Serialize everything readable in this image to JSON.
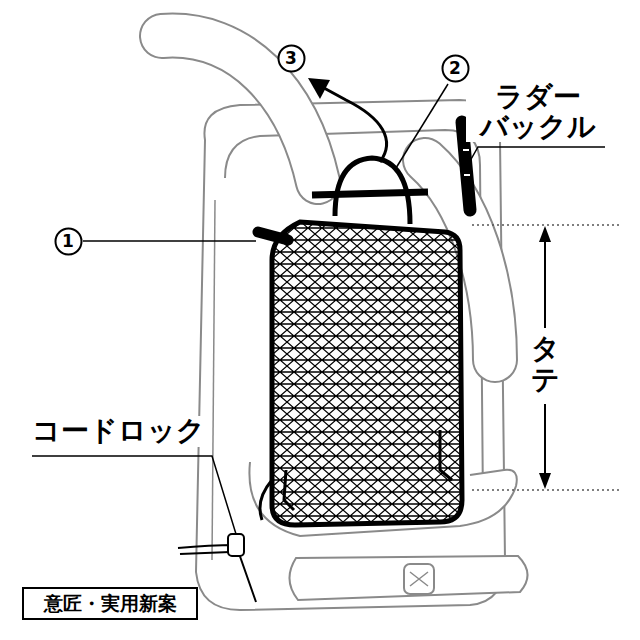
{
  "diagram": {
    "nodes": [
      {
        "text": [
          "1"
        ]
      },
      {
        "text": [
          "2"
        ]
      },
      {
        "text": [
          "3"
        ]
      },
      {
        "text": [
          "意匠・実用新案"
        ]
      }
    ],
    "labels": [
      "ラダー バックル",
      "タテ",
      "コードロック"
    ]
  }
}
